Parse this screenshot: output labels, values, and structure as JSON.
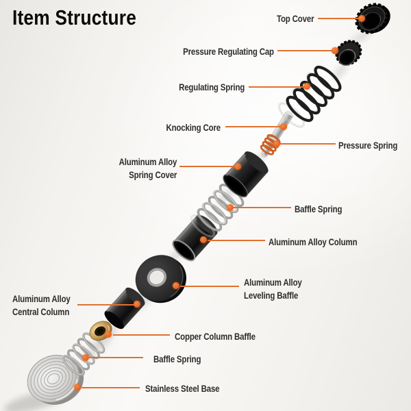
{
  "title": "Item Structure",
  "accent_color": "#e2702f",
  "label_color": "#2d2d2d",
  "parts": {
    "top_cover": {
      "label": "Top Cover"
    },
    "pressure_regulating_cap": {
      "label": "Pressure Regulating Cap"
    },
    "regulating_spring": {
      "label": "Regulating Spring"
    },
    "knocking_core": {
      "label": "Knocking Core"
    },
    "pressure_spring": {
      "label": "Pressure Spring"
    },
    "spring_cover": {
      "line1": "Aluminum Alloy",
      "line2": "Spring Cover"
    },
    "baffle_spring_upper": {
      "label": "Baffle Spring"
    },
    "aluminum_alloy_column": {
      "label": "Aluminum Alloy Column"
    },
    "leveling_baffle": {
      "line1": "Aluminum Alloy",
      "line2": "Leveling Baffle"
    },
    "central_column": {
      "line1": "Aluminum Alloy",
      "line2": "Central Column"
    },
    "copper_column_baffle": {
      "label": "Copper Column Baffle"
    },
    "baffle_spring_lower": {
      "label": "Baffle Spring"
    },
    "stainless_steel_base": {
      "label": "Stainless Steel Base"
    }
  }
}
